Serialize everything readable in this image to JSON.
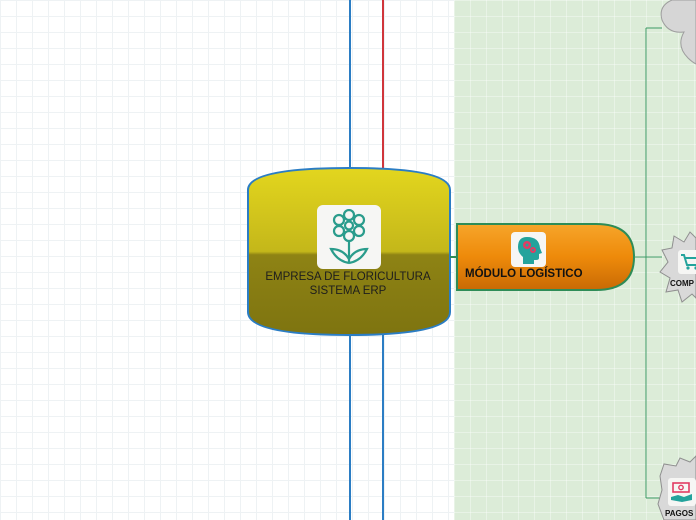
{
  "root": {
    "line1": "EMPRESA DE FLORICULTURA",
    "line2": "SISTEMA ERP",
    "icon": "flower-icon"
  },
  "logistics": {
    "label": "MÓDULO LOGÍSTICO",
    "icon": "head-gears-icon"
  },
  "children": [
    {
      "label": "",
      "icon": ""
    },
    {
      "label": "COMP",
      "icon": "shopping-cart-icon"
    },
    {
      "label": "PAGOS",
      "icon": "money-hand-icon"
    }
  ],
  "colors": {
    "root_top": "#e3d61e",
    "root_bottom": "#8a7f12",
    "root_border": "#2b7dc4",
    "logistics_fill": "#f08c0c",
    "logistics_border": "#2e8c57",
    "panel": "#dcecd8",
    "connector": "#3b9a63"
  }
}
